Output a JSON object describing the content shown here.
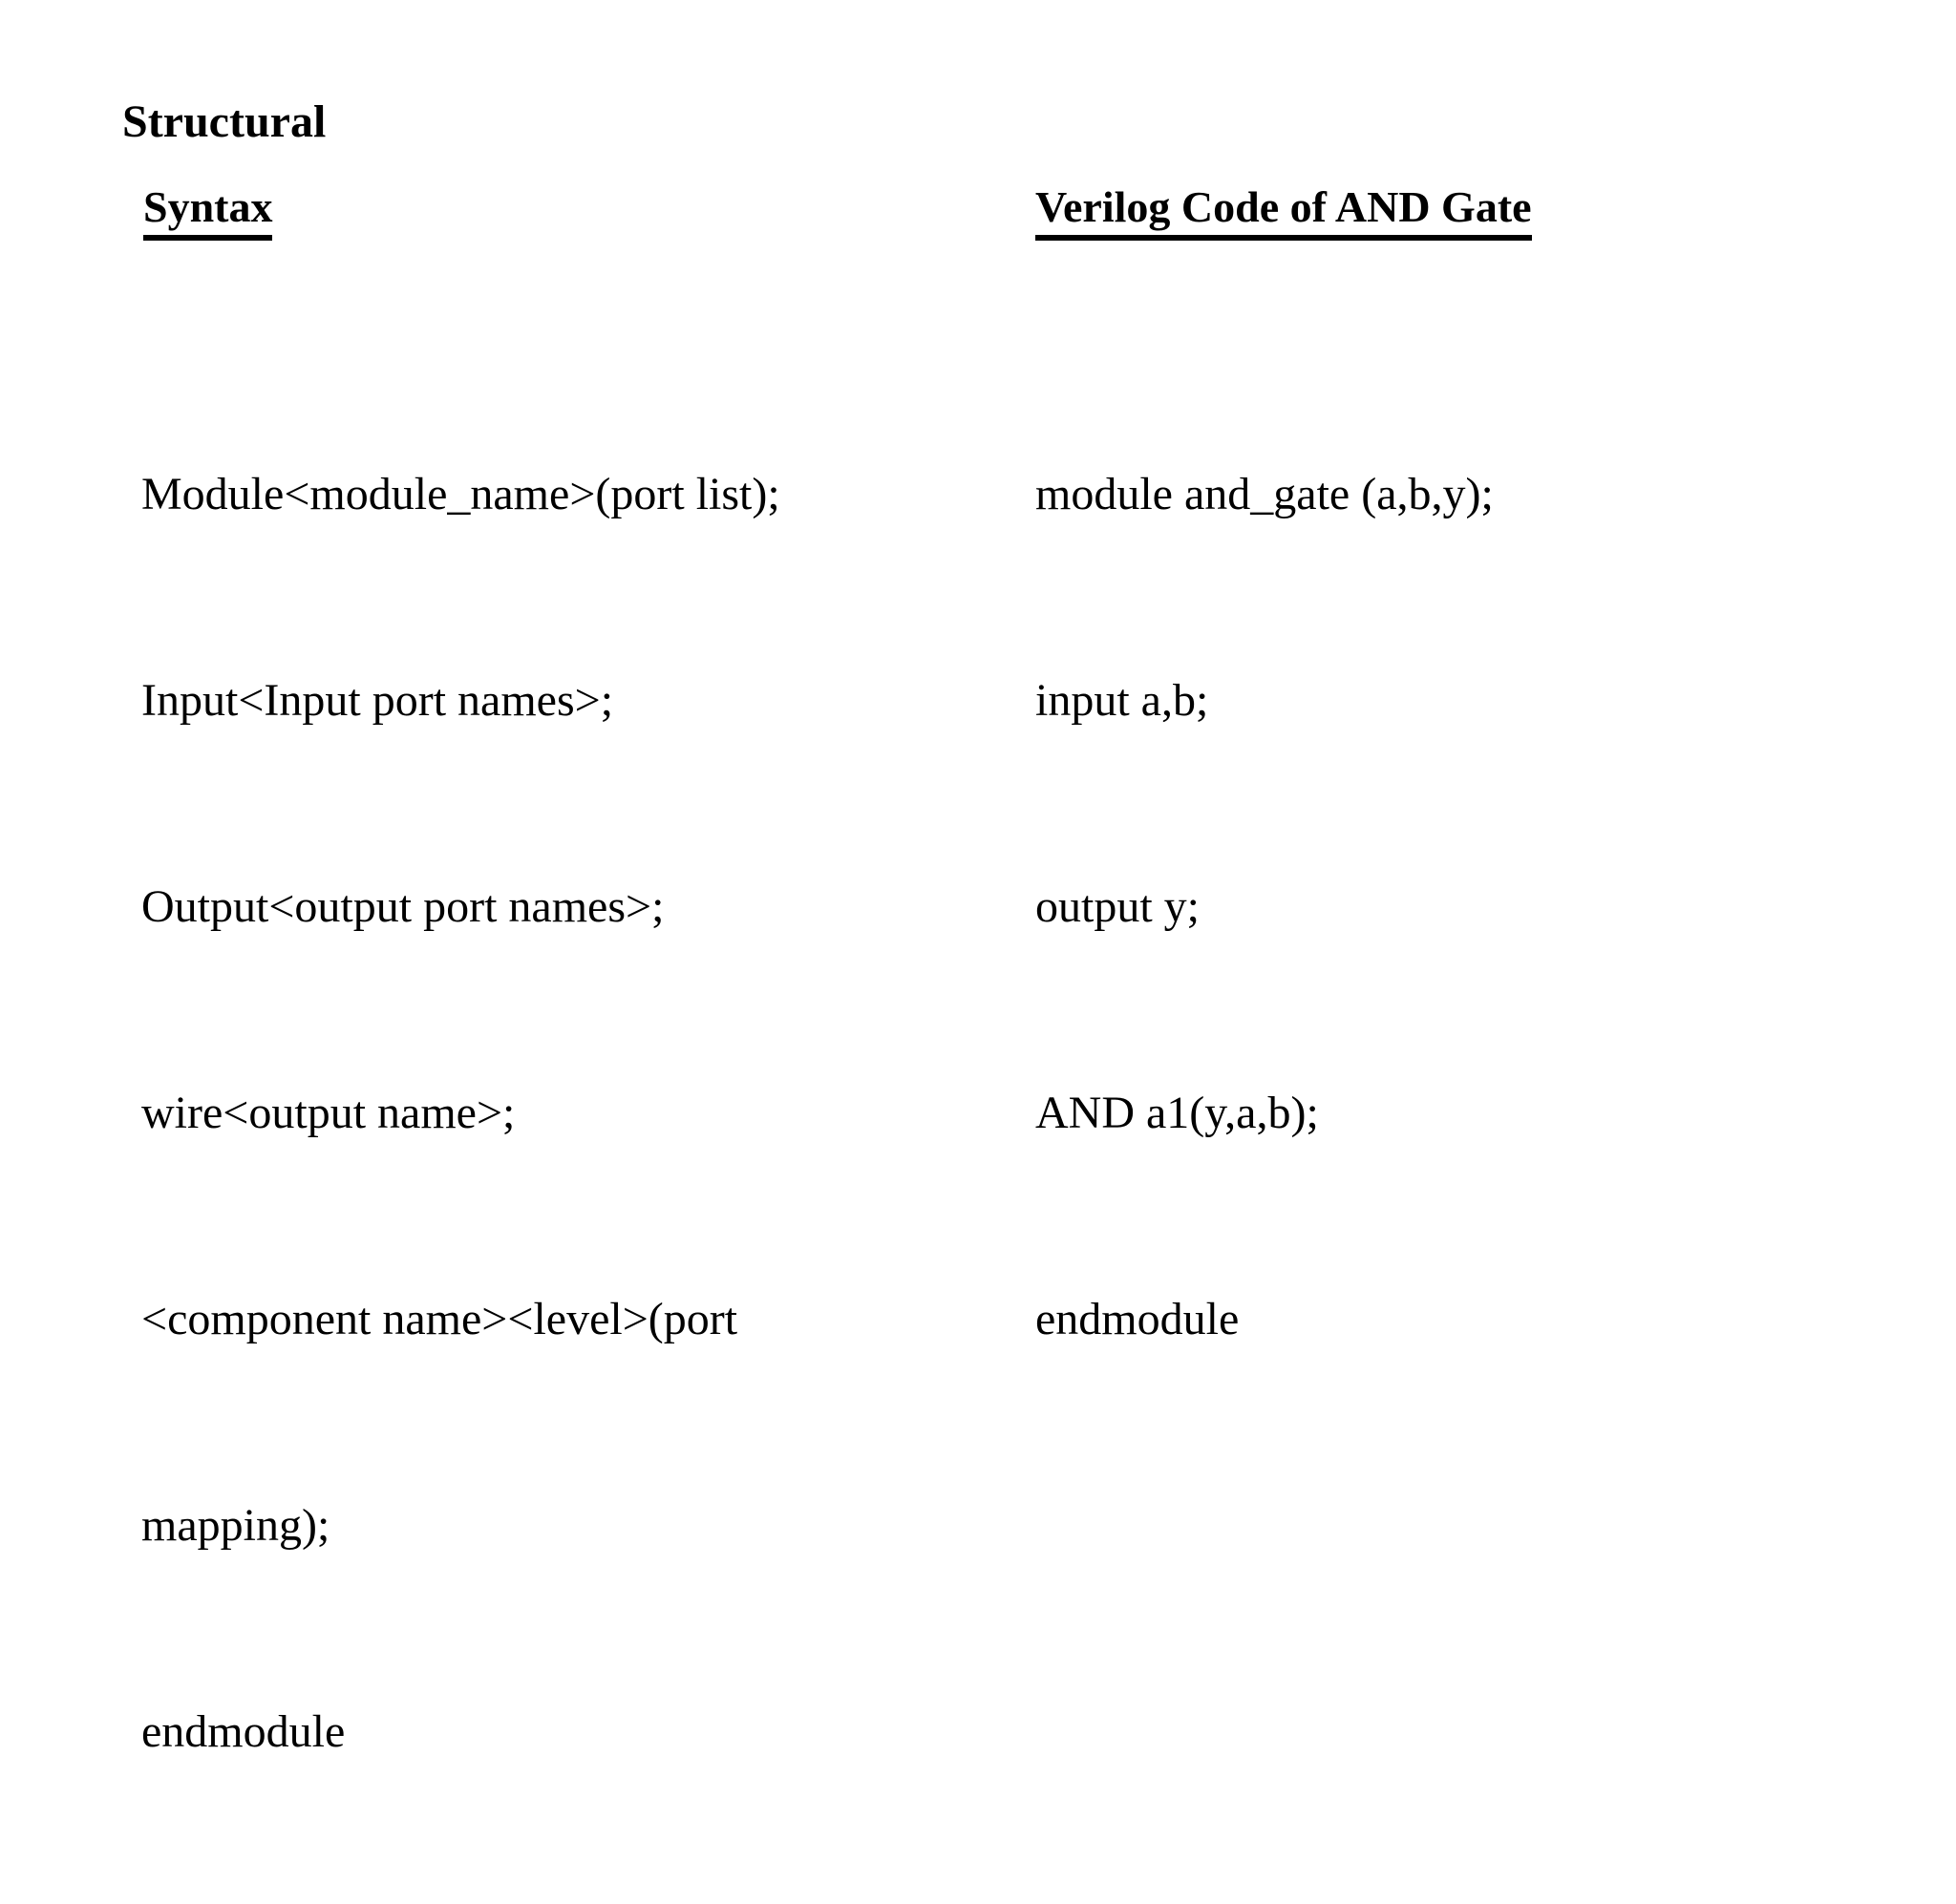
{
  "slide": {
    "title": "Structural",
    "background_color": "#ffffff",
    "text_color": "#000000"
  },
  "columns": {
    "left": {
      "header": "Syntax",
      "lines": [
        "Module<module_name>(port list);",
        "Input<Input port names>;",
        "Output<output port names>;",
        "wire<output name>;",
        "<component name><level>(port",
        "mapping);",
        "endmodule"
      ]
    },
    "right": {
      "header": "Verilog Code of AND Gate",
      "lines": [
        "module and_gate (a,b,y);",
        "input a,b;",
        "output y;",
        "AND a1(y,a,b);",
        "endmodule"
      ]
    }
  }
}
